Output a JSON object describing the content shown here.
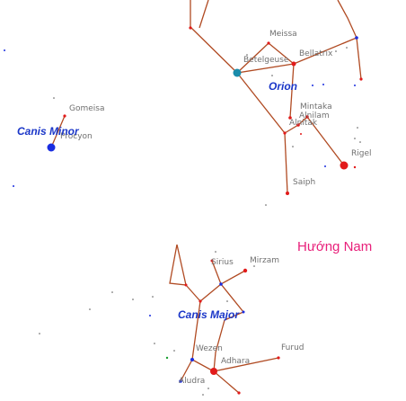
{
  "direction": "Hướng Nam",
  "constellations": {
    "orion": "Orion",
    "canis_minor": "Canis Minor",
    "canis_major": "Canis Major"
  },
  "stars": {
    "meissa": "Meissa",
    "betelgeuse": "Betelgeuse",
    "bellatrix": "Bellatrix",
    "mintaka": "Mintaka",
    "alnilam": "Alnilam",
    "alnitak": "Alnitak",
    "rigel": "Rigel",
    "saiph": "Saiph",
    "gomeisa": "Gomeisa",
    "procyon": "Procyon",
    "sirius": "Sirius",
    "mirzam": "Mirzam",
    "wezen": "Wezen",
    "adhara": "Adhara",
    "furud": "Furud",
    "aludra": "Aludra"
  },
  "colors": {
    "line": "#b04a22",
    "star_red": "#e21a1a",
    "star_blue": "#1a2de0",
    "star_teal": "#1a8cab",
    "direction": "#e8207a",
    "constellation_label": "#1a36c8"
  }
}
